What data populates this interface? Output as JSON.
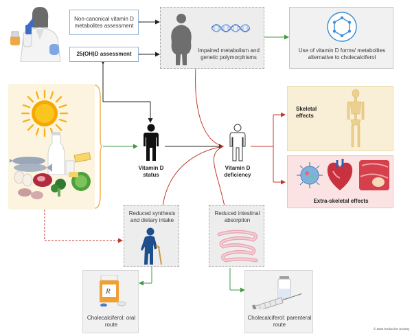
{
  "assessments": {
    "non_canonical": "Non-canonical vitamin D metabolites assessment",
    "total_25ohd": "25(OH)D assessment"
  },
  "metabolism": {
    "label": "Impaired metabolism and genetic polymorphisms"
  },
  "alternatives": {
    "label": "Use of vitamin D forms/ metabolites alternative to cholecalciferol"
  },
  "status": {
    "label": "Vitamin D status"
  },
  "deficiency": {
    "label": "Vitamin D deficiency"
  },
  "effects": {
    "skeletal": "Skeletal effects",
    "extra_skeletal": "Extra-skeletal effects"
  },
  "causes": {
    "synthesis": "Reduced synthesis and dietary intake",
    "absorption": "Reduced intestinal absorption"
  },
  "treatments": {
    "oral": "Cholecalciferol: oral route",
    "parenteral": "Cholecalciferol: parenteral route",
    "rx_symbol": "R"
  },
  "copyright": "© 2024 Endocrine Society",
  "colors": {
    "accent_blue": "#8fb3d6",
    "arrow_red": "#c0392b",
    "arrow_green": "#3f9a3f",
    "skeletal_bg": "#f8efd6",
    "extra_bg": "#fbe3e4",
    "sun_food_bg": "#fdf4e0"
  }
}
